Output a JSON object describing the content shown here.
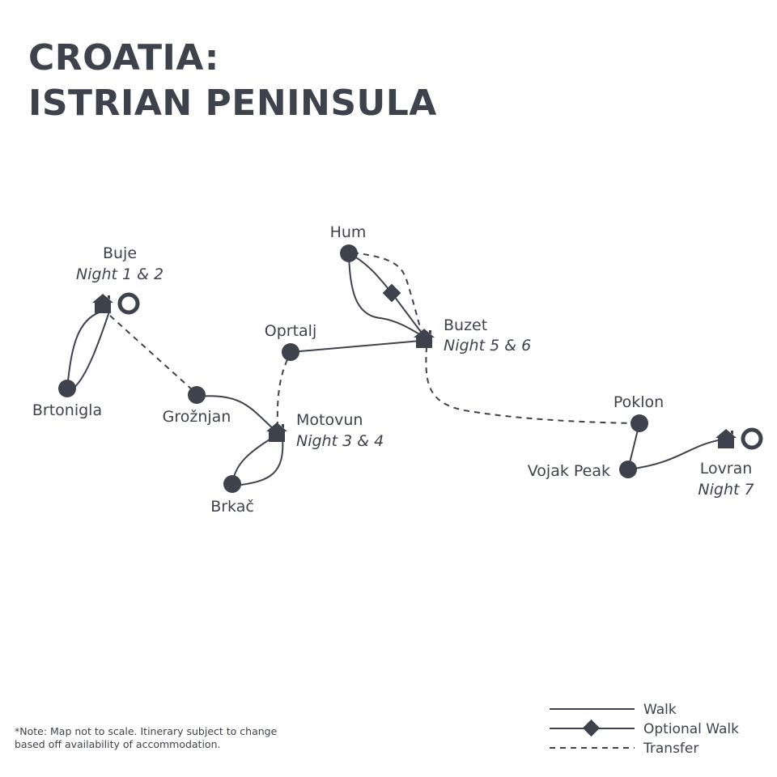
{
  "title": {
    "line1": "CROATIA:",
    "line2": "ISTRIAN PENINSULA"
  },
  "places": {
    "buje": {
      "name": "Buje",
      "night": "Night 1 & 2"
    },
    "brtonigla": {
      "name": "Brtonigla"
    },
    "groznjan": {
      "name": "Grožnjan"
    },
    "motovun": {
      "name": "Motovun",
      "night": "Night 3 & 4"
    },
    "brkac": {
      "name": "Brkač"
    },
    "oprtalj": {
      "name": "Oprtalj"
    },
    "hum": {
      "name": "Hum"
    },
    "buzet": {
      "name": "Buzet",
      "night": "Night 5 & 6"
    },
    "poklon": {
      "name": "Poklon"
    },
    "vojak": {
      "name": "Vojak Peak"
    },
    "lovran": {
      "name": "Lovran",
      "night": "Night 7"
    }
  },
  "legend": {
    "walk": "Walk",
    "optional_walk": "Optional Walk",
    "transfer": "Transfer"
  },
  "note": "*Note: Map not to scale. Itinerary subject to change based off availability of accommodation.",
  "colors": {
    "ink": "#3d424d"
  }
}
